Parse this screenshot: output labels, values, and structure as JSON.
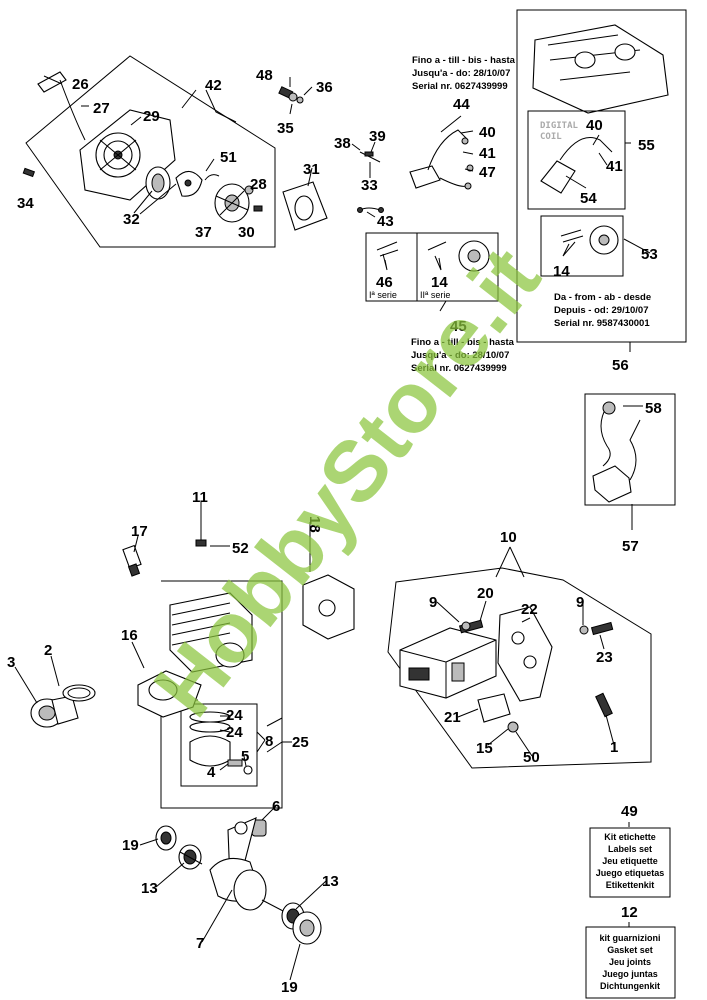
{
  "watermark": "HobbyStore.it",
  "callouts": {
    "c1": "1",
    "c2": "2",
    "c3": "3",
    "c4": "4",
    "c5": "5",
    "c6": "6",
    "c7": "7",
    "c8": "8",
    "c9a": "9",
    "c9b": "9",
    "c10": "10",
    "c11": "11",
    "c12": "12",
    "c13a": "13",
    "c13b": "13",
    "c14a": "14",
    "c14b": "14",
    "c15": "15",
    "c16": "16",
    "c17": "17",
    "c19a": "19",
    "c19b": "19",
    "c20": "20",
    "c21": "21",
    "c22": "22",
    "c23": "23",
    "c24a": "24",
    "c24b": "24",
    "c25": "25",
    "c26": "26",
    "c27": "27",
    "c28": "28",
    "c29": "29",
    "c30": "30",
    "c31": "31",
    "c32": "32",
    "c33": "33",
    "c34": "34",
    "c35": "35",
    "c36": "36",
    "c37": "37",
    "c38": "38",
    "c39": "39",
    "c40a": "40",
    "c40b": "40",
    "c41a": "41",
    "c41b": "41",
    "c42": "42",
    "c43": "43",
    "c44": "44",
    "c45": "45",
    "c46": "46",
    "c47": "47",
    "c48": "48",
    "c49": "49",
    "c50": "50",
    "c51": "51",
    "c52": "52",
    "c53": "53",
    "c54": "54",
    "c55": "55",
    "c56": "56",
    "c57": "57",
    "c58": "58",
    "c18": "18"
  },
  "notes": {
    "top_until": [
      "Fino a - till - bis - hasta",
      "Jusqu'a - do: 28/10/07",
      "Serial nr. 0627439999"
    ],
    "mid_until": [
      "Fino a - till - bis - hasta",
      "Jusqu'a - do: 28/10/07",
      "Serial nr. 0627439999"
    ],
    "from": [
      "Da - from - ab - desde",
      "Depuis - od: 29/10/07",
      "Serial nr. 9587430001"
    ],
    "digital_coil": [
      "DIGITAL",
      "COIL"
    ],
    "series_1": "Iª serie",
    "series_2": "IIª serie"
  },
  "kits": {
    "labels": [
      "Kit etichette",
      "Labels set",
      "Jeu etiquette",
      "Juego etiquetas",
      "Etikettenkit"
    ],
    "gaskets": [
      "kit guarnizioni",
      "Gasket set",
      "Jeu  joints",
      "Juego juntas",
      "Dichtungenkit"
    ]
  }
}
